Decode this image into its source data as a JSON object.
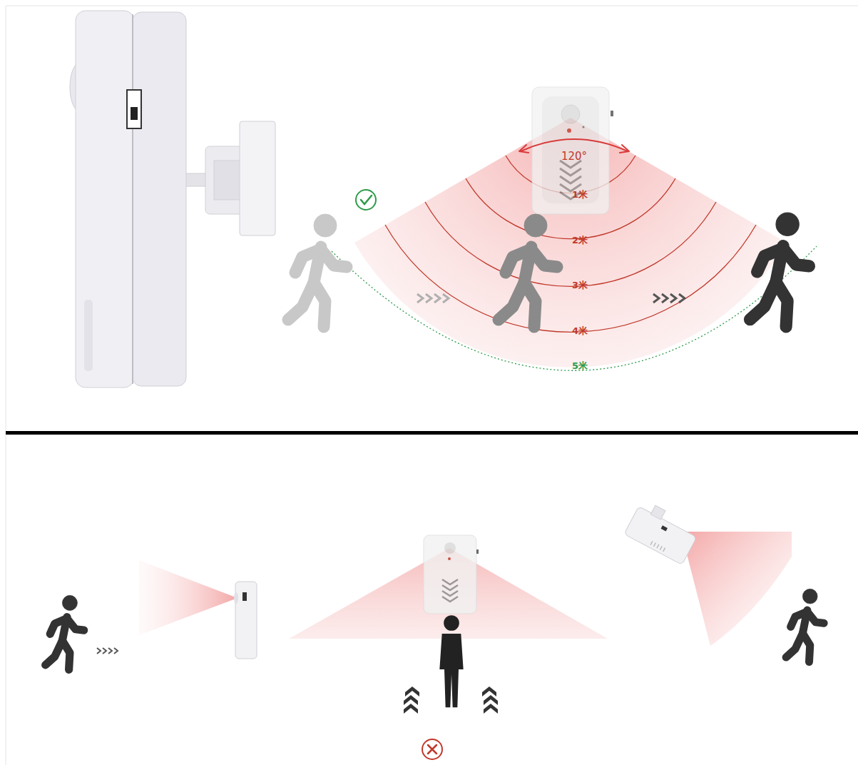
{
  "diagram": {
    "labels": [
      "120°",
      "1米",
      "2米",
      "3米",
      "4米",
      "5米"
    ]
  }
}
